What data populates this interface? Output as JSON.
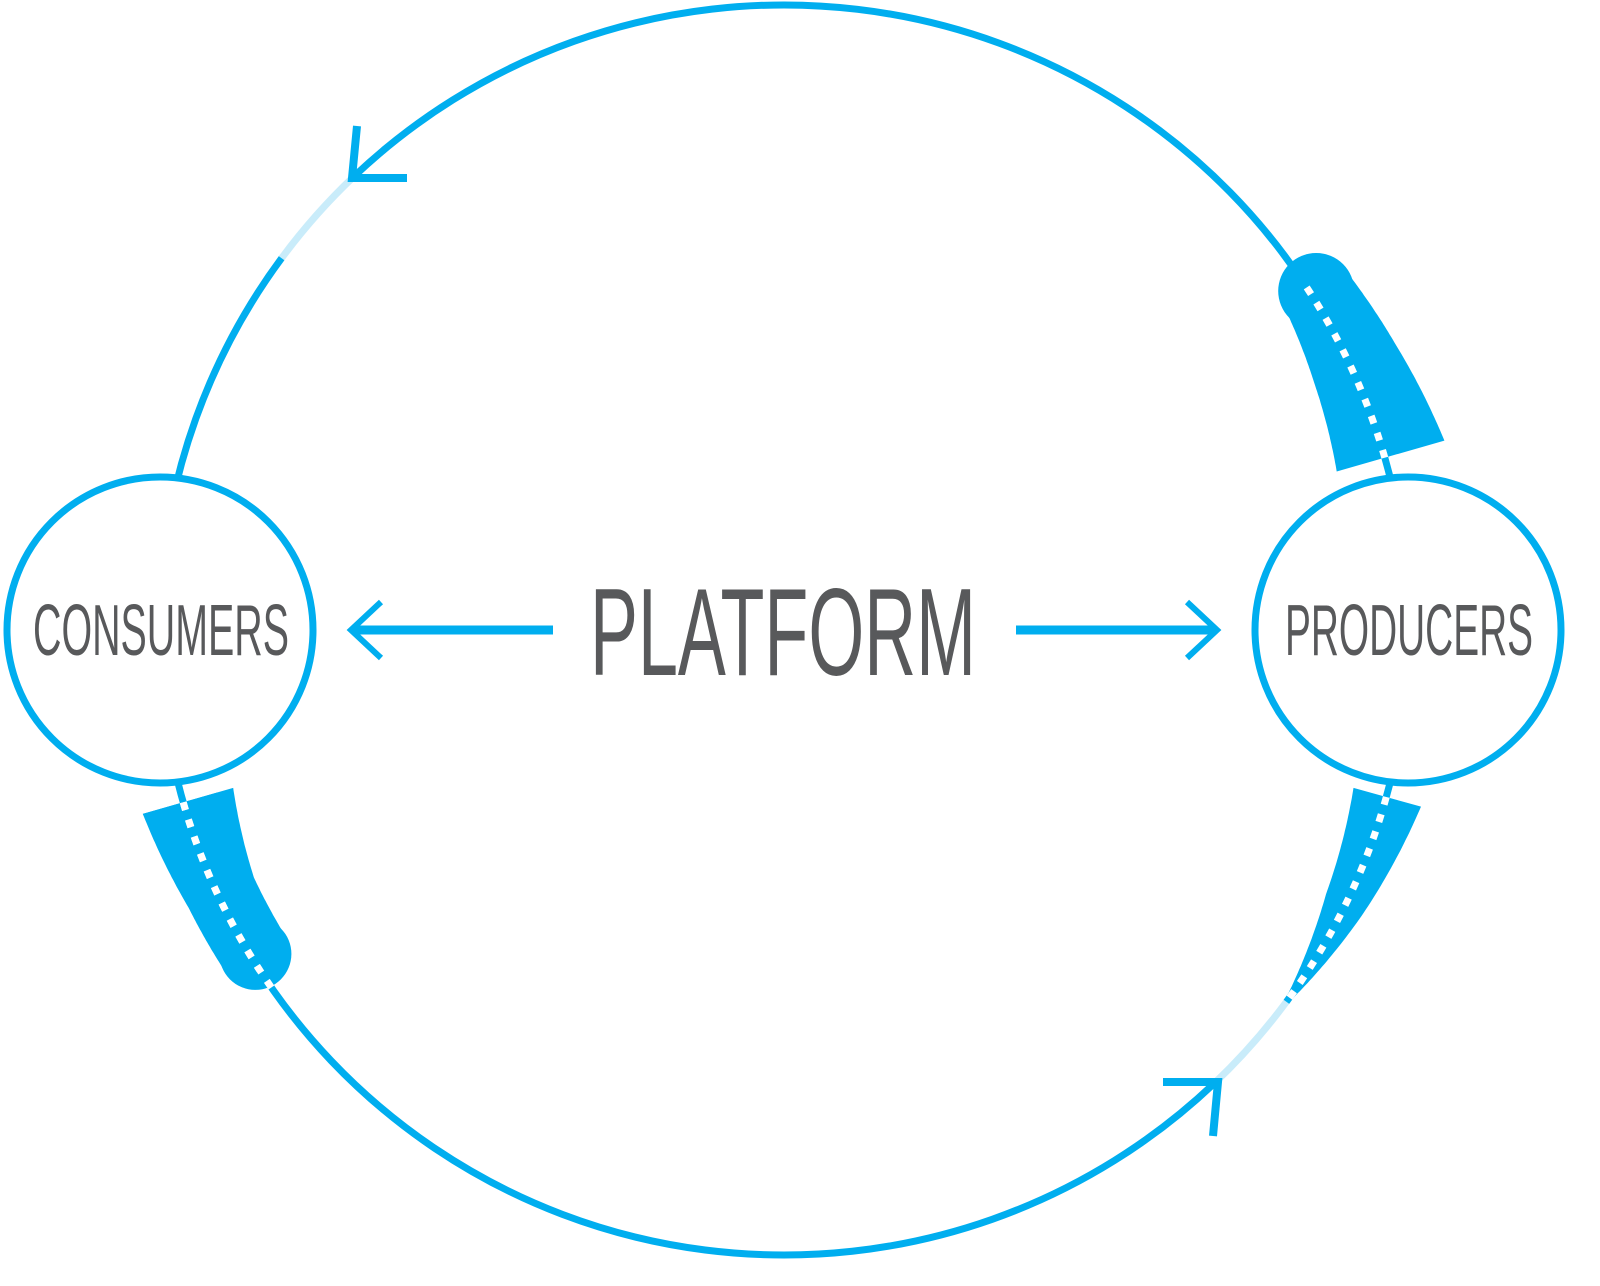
{
  "diagram": {
    "title": "PLATFORM",
    "nodes": [
      {
        "id": "consumers",
        "label": "CONSUMERS"
      },
      {
        "id": "producers",
        "label": "PRODUCERS"
      }
    ],
    "edges": [
      {
        "from": "platform",
        "to": "consumers",
        "style": "arrow"
      },
      {
        "from": "platform",
        "to": "producers",
        "style": "arrow"
      },
      {
        "from": "producers",
        "to": "consumers",
        "style": "cycle-arrow-top"
      },
      {
        "from": "consumers",
        "to": "producers",
        "style": "cycle-arrow-bottom"
      }
    ],
    "colors": {
      "accent": "#00aeef",
      "accent_light": "#c9ecfa",
      "text": "#58595b",
      "background": "#ffffff"
    }
  }
}
